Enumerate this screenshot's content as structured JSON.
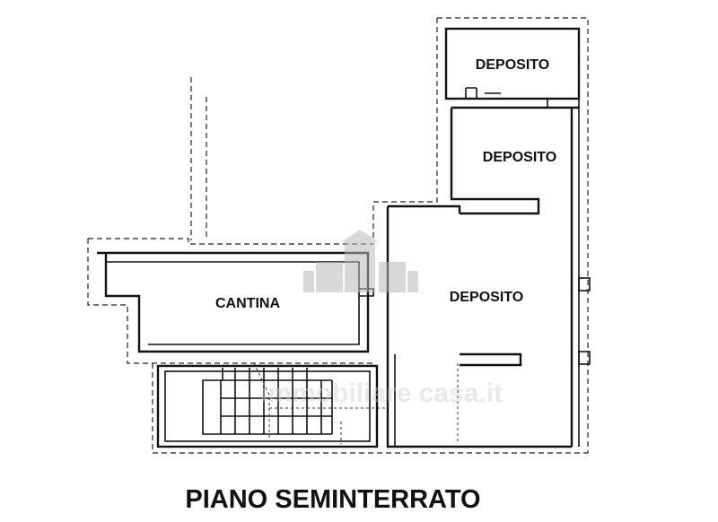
{
  "rooms": {
    "deposito_top": "DEPOSITO",
    "deposito_middle": "DEPOSITO",
    "deposito_main": "DEPOSITO",
    "cantina": "CANTINA"
  },
  "title": "PIANO SEMINTERRATO",
  "watermark": {
    "text": "immobiliare casa.it",
    "logo_icon": "building-logo-icon"
  }
}
